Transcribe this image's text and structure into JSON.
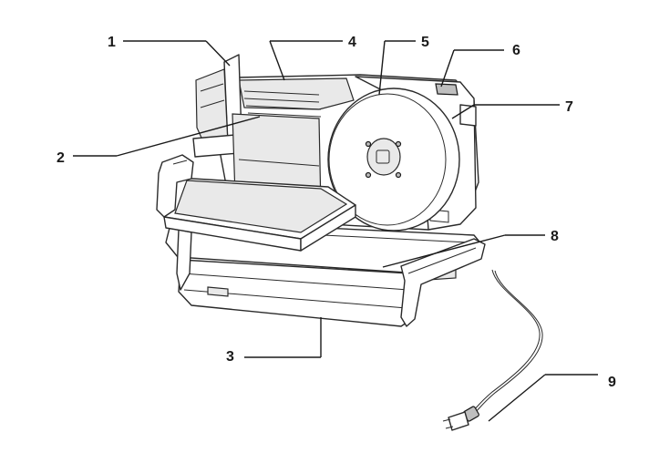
{
  "callouts": [
    {
      "id": "1",
      "label": "1"
    },
    {
      "id": "2",
      "label": "2"
    },
    {
      "id": "3",
      "label": "3"
    },
    {
      "id": "4",
      "label": "4"
    },
    {
      "id": "5",
      "label": "5"
    },
    {
      "id": "6",
      "label": "6"
    },
    {
      "id": "7",
      "label": "7"
    },
    {
      "id": "8",
      "label": "8"
    },
    {
      "id": "9",
      "label": "9"
    }
  ],
  "colors": {
    "line": "#2a2a2a",
    "background": "#ffffff"
  }
}
